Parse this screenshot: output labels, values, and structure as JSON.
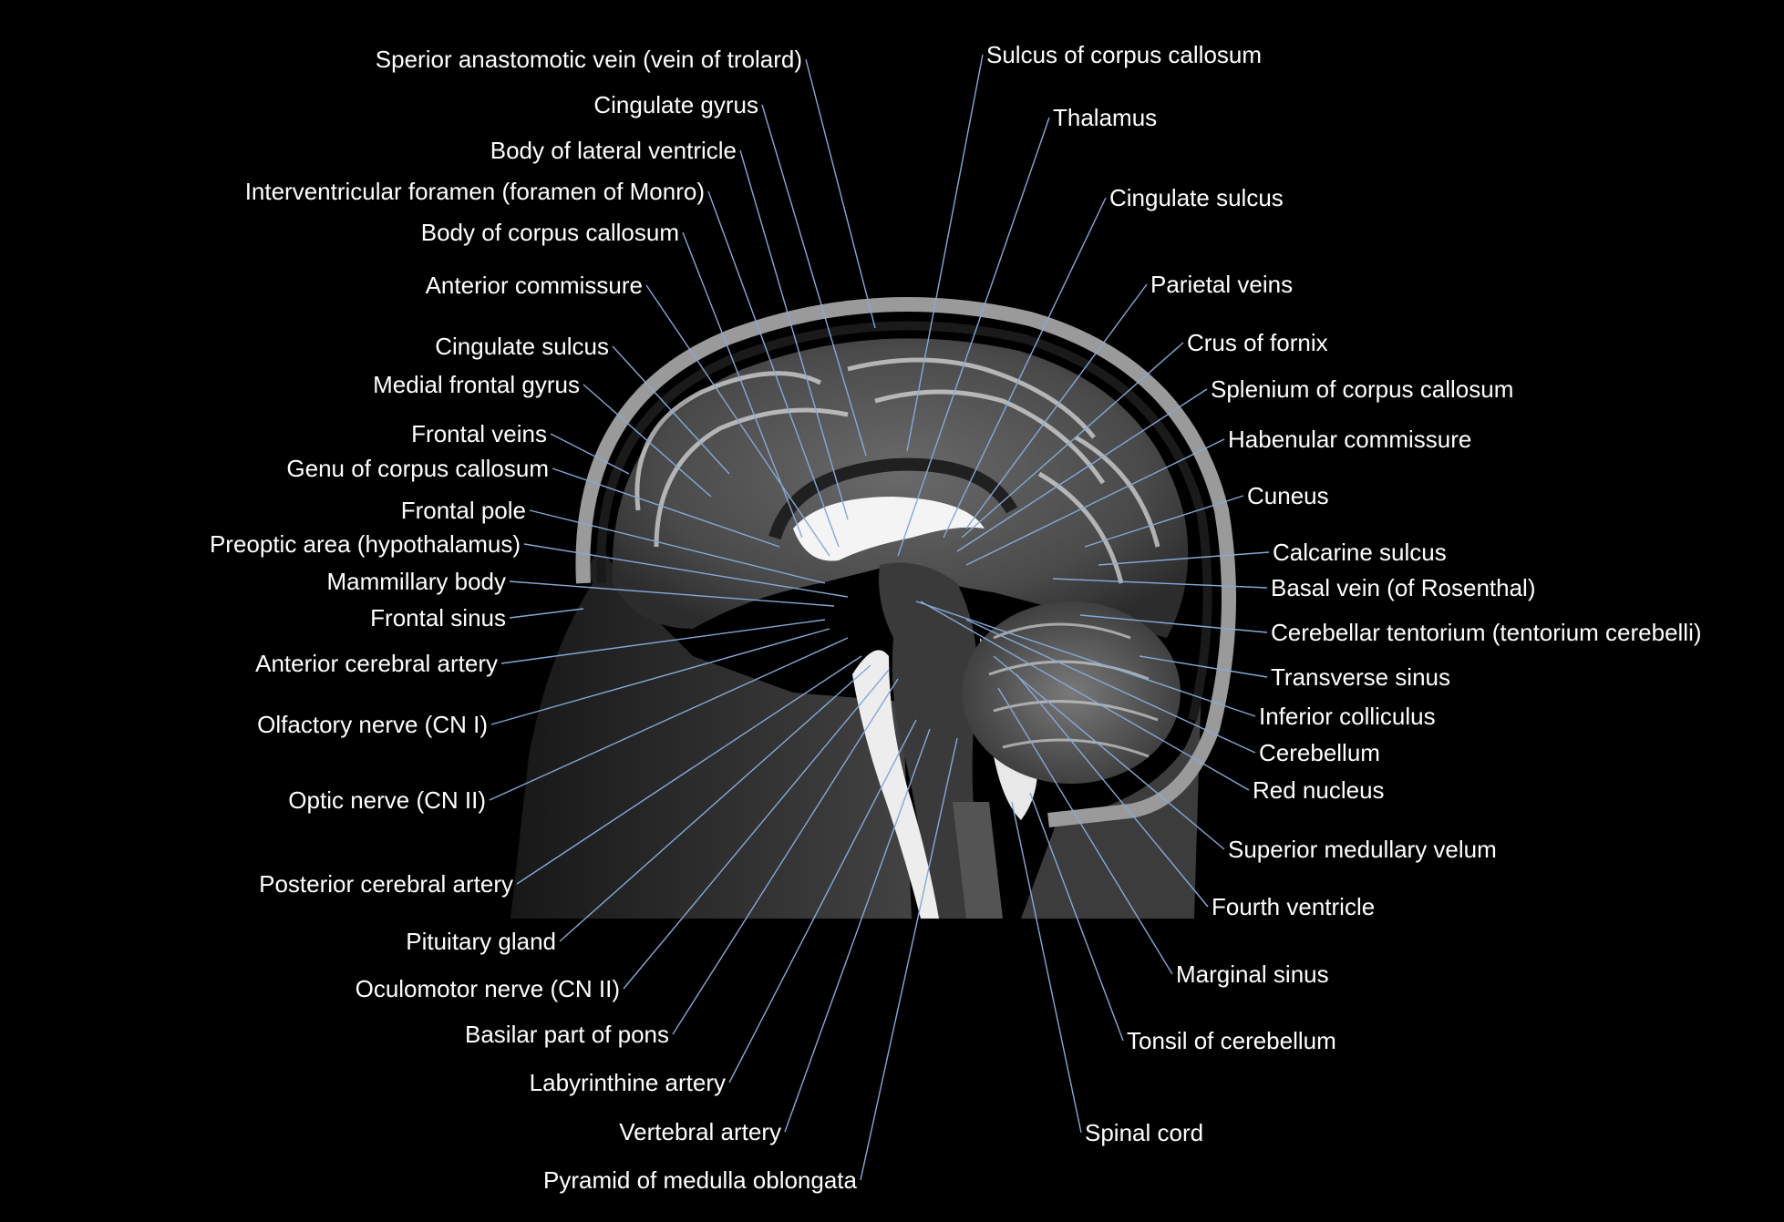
{
  "image": {
    "description_icon": "sagittal-brain-mri-icon",
    "leader_color": "#86a9d6",
    "label_color": "#ffffff",
    "background_color": "#000000"
  },
  "labels_left": [
    "Sperior anastomotic vein (vein of trolard)",
    "Cingulate gyrus",
    "Body of lateral ventricle",
    "Interventricular foramen (foramen of Monro)",
    "Body of corpus callosum",
    "Anterior commissure",
    "Cingulate sulcus",
    "Medial frontal gyrus",
    "Frontal veins",
    "Genu of corpus callosum",
    "Frontal pole",
    "Preoptic area (hypothalamus)",
    "Mammillary body",
    "Frontal sinus",
    "Anterior cerebral artery",
    "Olfactory nerve (CN I)",
    "Optic nerve (CN II)",
    "Posterior cerebral artery",
    "Pituitary gland",
    "Oculomotor nerve (CN II)",
    "Basilar part of pons",
    "Labyrinthine artery",
    "Vertebral artery",
    "Pyramid of medulla oblongata"
  ],
  "labels_right": [
    "Sulcus of corpus callosum",
    "Thalamus",
    "Cingulate sulcus",
    "Parietal veins",
    "Crus of fornix",
    "Splenium of corpus callosum",
    "Habenular commissure",
    "Cuneus",
    "Calcarine sulcus",
    "Basal vein (of Rosenthal)",
    "Cerebellar tentorium (tentorium cerebelli)",
    "Transverse sinus",
    "Inferior colliculus",
    "Cerebellum",
    "Red nucleus",
    "Superior medullary velum",
    "Fourth ventricle",
    "Marginal sinus",
    "Tonsil of cerebellum",
    "Spinal cord"
  ]
}
